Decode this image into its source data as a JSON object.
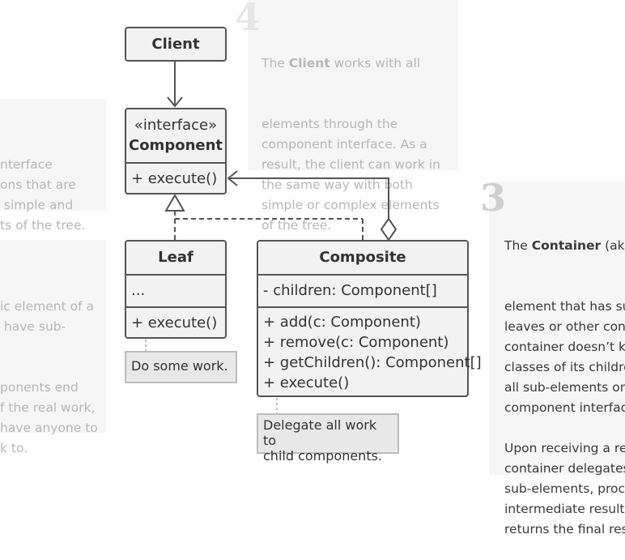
{
  "panels": {
    "left_upper": [
      "nterface",
      "ons that are",
      " simple and",
      "ts of the tree."
    ],
    "left_lower": [
      "ic element of a",
      " have sub-",
      "",
      "",
      "ponents end",
      "f the real work,",
      "have anyone to",
      "k to."
    ],
    "top": {
      "number": "4",
      "prefix": "The ",
      "bold": "Client",
      "line1_rest": " works with all",
      "lines": [
        "elements through the",
        "component interface. As a",
        "result, the client can work in",
        "the same way with both",
        "simple or complex elements",
        "of the tree."
      ]
    },
    "right": {
      "number": "3",
      "prefix": "The ",
      "bold": "Container",
      "line1_rest": " (aka ",
      "lines": [
        "element that has su",
        "leaves or other cont",
        "container doesn’t kn",
        "classes of its childre",
        "all sub-elements on",
        "component interface",
        "",
        "Upon receiving a rec",
        "container delegates",
        "sub-elements, proce",
        "intermediate results",
        "returns the final resu"
      ]
    }
  },
  "classes": {
    "client": {
      "name": "Client"
    },
    "component": {
      "stereotype": "«interface»",
      "name": "Component",
      "methods": [
        "+ execute()"
      ]
    },
    "leaf": {
      "name": "Leaf",
      "fields": [
        "..."
      ],
      "methods": [
        "+ execute()"
      ]
    },
    "composite": {
      "name": "Composite",
      "fields": [
        "- children: Component[]"
      ],
      "methods": [
        "+ add(c: Component)",
        "+ remove(c: Component)",
        "+ getChildren(): Component[]",
        "+ execute()"
      ]
    }
  },
  "notes": {
    "leaf": "Do some work.",
    "composite": [
      "Delegate all work to",
      "child components."
    ]
  },
  "colors": {
    "panel_bg": "#f6f6f6",
    "box_bg": "#f2f2f2",
    "stroke": "#555555",
    "muted_text": "#b7b7b7",
    "number": "#dddddd"
  }
}
